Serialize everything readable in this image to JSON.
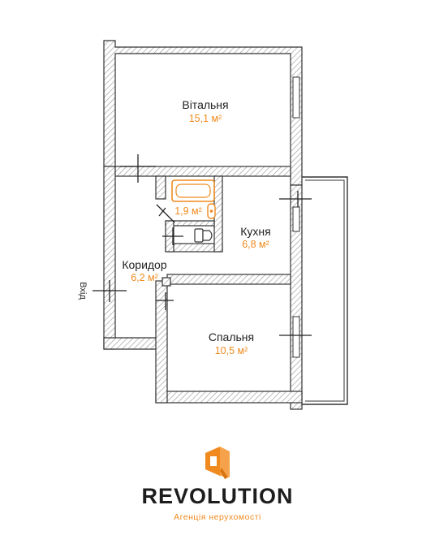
{
  "colors": {
    "accent": "#F08A1E",
    "wall": "#333333",
    "hatch": "#9a9a9a",
    "text": "#222222"
  },
  "rooms": {
    "living": {
      "name": "Вітальня",
      "area": "15,1 м²"
    },
    "bathroom": {
      "area": "1,9 м²"
    },
    "kitchen": {
      "name": "Кухня",
      "area": "6,8 м²"
    },
    "corridor": {
      "name": "Коридор",
      "area": "6,2 м²"
    },
    "bedroom": {
      "name": "Спальня",
      "area": "10,5 м²"
    }
  },
  "entrance_label": "Вхід",
  "brand": {
    "logo_icon": "revolution-logo-icon",
    "name": "REVOLUTION",
    "tagline": "Агенція нерухомості"
  }
}
